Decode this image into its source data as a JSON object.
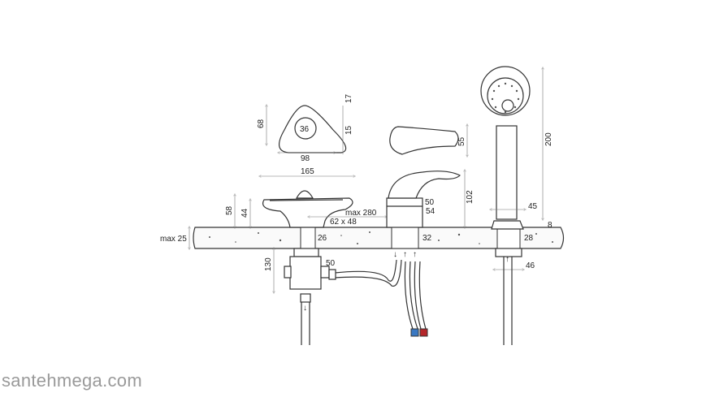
{
  "drawing": {
    "knob_top": {
      "height": "68",
      "hole": "36",
      "top_offset": "17",
      "hole_offset": "15",
      "width": "98"
    },
    "lever_top": {
      "height": "55"
    },
    "diverter_side": {
      "width": "165",
      "height": "58",
      "body_height": "44",
      "max_distance": "max 280",
      "hole_size": "62 x 48",
      "hole_dia": "26"
    },
    "mixer_side": {
      "base_upper": "50",
      "base_lower": "54",
      "height": "102",
      "hole_dia": "32"
    },
    "shower": {
      "height": "200",
      "holder_width": "45",
      "base_height": "8",
      "hole_dia": "28",
      "nut_dia": "46"
    },
    "countertop": {
      "thickness": "max 25"
    },
    "valve": {
      "depth": "130",
      "width": "50"
    }
  },
  "colors": {
    "hot": "#b5262a",
    "cold": "#3a78c2"
  },
  "watermark": "santehmega.com"
}
